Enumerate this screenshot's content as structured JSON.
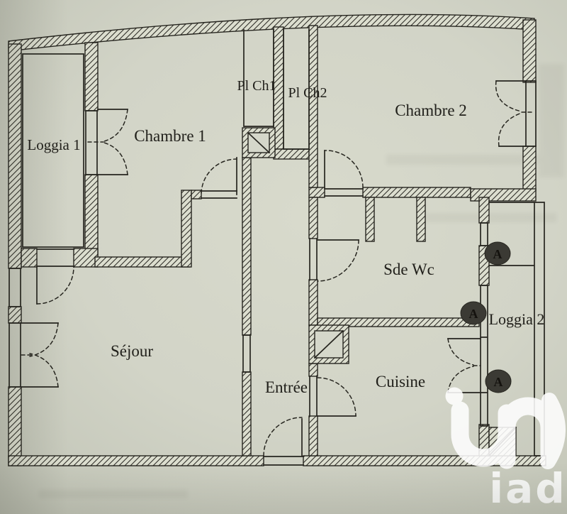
{
  "document": {
    "kind": "apartment floor plan photo"
  },
  "rooms": {
    "loggia1": {
      "label": "Loggia 1"
    },
    "chambre1": {
      "label": "Chambre 1"
    },
    "pl_ch1": {
      "label": "Pl Ch1"
    },
    "pl_ch2": {
      "label": "Pl Ch2"
    },
    "chambre2": {
      "label": "Chambre 2"
    },
    "sde_wc": {
      "label": "Sde Wc"
    },
    "loggia2": {
      "label": "Loggia 2"
    },
    "sejour": {
      "label": "Séjour"
    },
    "entree": {
      "label": "Entrée"
    },
    "cuisine": {
      "label": "Cuisine"
    }
  },
  "markers": [
    {
      "label": "A"
    },
    {
      "label": "A"
    },
    {
      "label": "A"
    }
  ],
  "watermark": {
    "brand": "iad"
  },
  "colors": {
    "paper": "#d2d4c7",
    "ink": "#26251f",
    "wall_fill": "#dcdecf",
    "marker_fill": "#3b3a34",
    "marker_letter": "#14120e",
    "watermark_white": "#ffffff"
  }
}
